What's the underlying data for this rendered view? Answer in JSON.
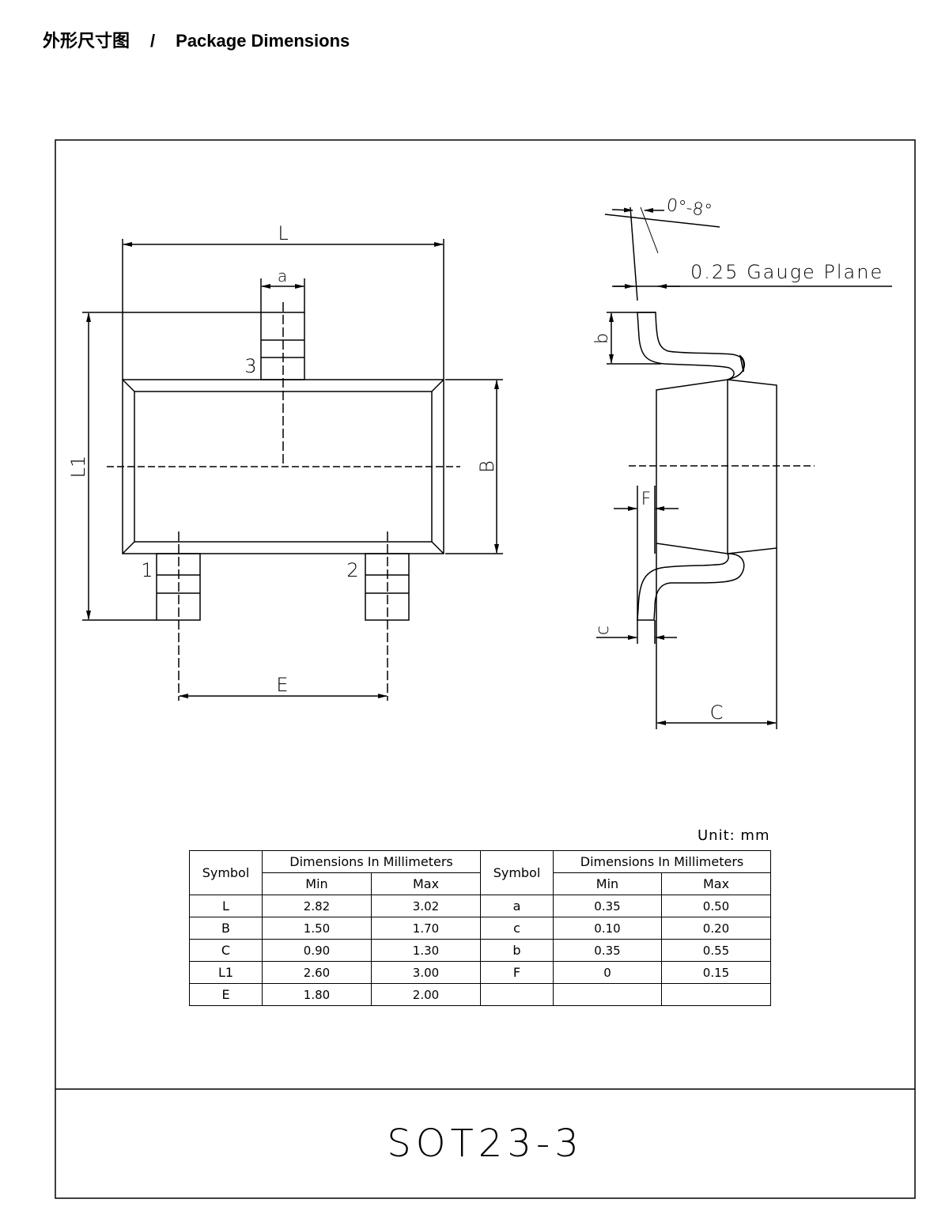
{
  "header": {
    "title_cn": "外形尺寸图",
    "separator": "/",
    "title_en": "Package Dimensions"
  },
  "drawing": {
    "labels": {
      "L": "L",
      "a": "a",
      "L1": "L1",
      "B": "B",
      "E": "E",
      "pin1": "1",
      "pin2": "2",
      "pin3": "3",
      "angle": "0°-8°",
      "gauge": "0.25 Gauge Plane",
      "b": "b",
      "F": "F",
      "c": "c",
      "C": "C"
    }
  },
  "unit": "Unit: mm",
  "table": {
    "symbol_header": "Symbol",
    "dims_header": "Dimensions In Millimeters",
    "min_header": "Min",
    "max_header": "Max",
    "rows": [
      {
        "sym1": "L",
        "min1": "2.82",
        "max1": "3.02",
        "sym2": "a",
        "min2": "0.35",
        "max2": "0.50"
      },
      {
        "sym1": "B",
        "min1": "1.50",
        "max1": "1.70",
        "sym2": "c",
        "min2": "0.10",
        "max2": "0.20"
      },
      {
        "sym1": "C",
        "min1": "0.90",
        "max1": "1.30",
        "sym2": "b",
        "min2": "0.35",
        "max2": "0.55"
      },
      {
        "sym1": "L1",
        "min1": "2.60",
        "max1": "3.00",
        "sym2": "F",
        "min2": "0",
        "max2": "0.15"
      },
      {
        "sym1": "E",
        "min1": "1.80",
        "max1": "2.00",
        "sym2": "",
        "min2": "",
        "max2": ""
      }
    ]
  },
  "package_name": "SOT23-3"
}
